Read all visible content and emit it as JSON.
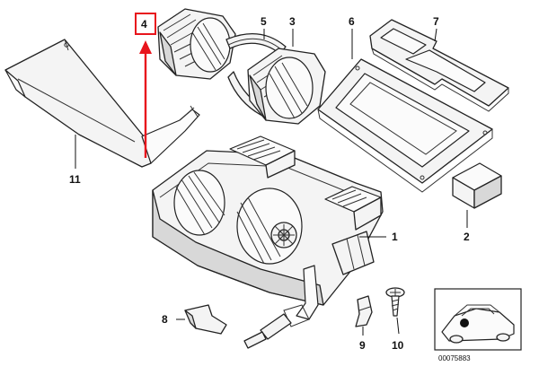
{
  "callouts": {
    "p1": "1",
    "p2": "2",
    "p3": "3",
    "p4": "4",
    "p5": "5",
    "p6": "6",
    "p7": "7",
    "p8": "8",
    "p9": "9",
    "p10": "10",
    "p11": "11"
  },
  "catalog_number": "00075883",
  "highlight": {
    "part": "4",
    "color": "#e8141c"
  }
}
